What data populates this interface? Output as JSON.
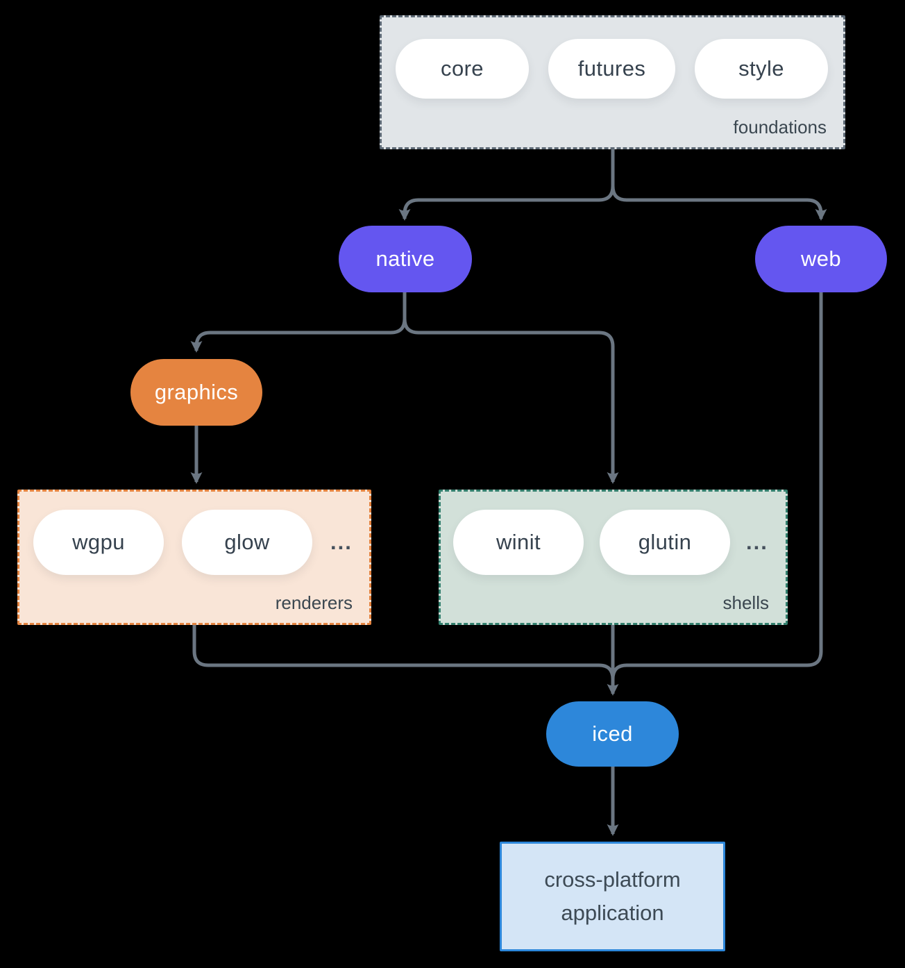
{
  "colors": {
    "background": "#000000",
    "connector": "#6b7682",
    "purple": "#6456f0",
    "orange": "#e58440",
    "blue": "#2d87da",
    "foundations_fill": "#e1e5e8",
    "foundations_border": "#5d6975",
    "renderers_fill": "#f9e5d7",
    "renderers_border": "#e58440",
    "shells_fill": "#d2e0d9",
    "shells_border": "#33806e",
    "app_fill": "#d4e5f6",
    "app_border": "#2d87da",
    "text_dark": "#36424e",
    "label": "#3b4750"
  },
  "groups": {
    "foundations": {
      "label": "foundations",
      "items": [
        "core",
        "futures",
        "style"
      ]
    },
    "renderers": {
      "label": "renderers",
      "items": [
        "wgpu",
        "glow"
      ],
      "more": "..."
    },
    "shells": {
      "label": "shells",
      "items": [
        "winit",
        "glutin"
      ],
      "more": "..."
    }
  },
  "nodes": {
    "native": "native",
    "web": "web",
    "graphics": "graphics",
    "iced": "iced",
    "application": "cross-platform application"
  },
  "edges": [
    {
      "from": "foundations",
      "to": "native"
    },
    {
      "from": "foundations",
      "to": "web"
    },
    {
      "from": "native",
      "to": "graphics"
    },
    {
      "from": "native",
      "to": "shells"
    },
    {
      "from": "graphics",
      "to": "renderers"
    },
    {
      "from": "renderers",
      "to": "iced"
    },
    {
      "from": "shells",
      "to": "iced"
    },
    {
      "from": "web",
      "to": "iced"
    },
    {
      "from": "iced",
      "to": "application"
    }
  ]
}
